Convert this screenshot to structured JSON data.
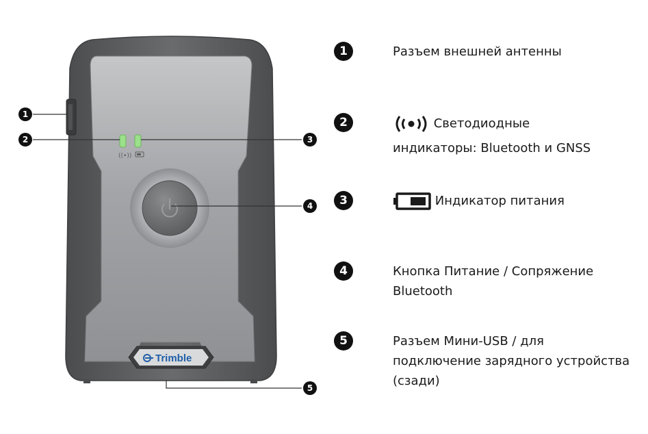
{
  "device": {
    "brand": "Trimble",
    "led_colors": {
      "bluetooth": "#9be08a",
      "gnss": "#9be08a"
    },
    "body_color": "#5f6062",
    "face_color": "#9fa1a4"
  },
  "callouts": [
    {
      "number": "1",
      "target": "external-antenna-port"
    },
    {
      "number": "2",
      "target": "status-leds"
    },
    {
      "number": "3",
      "target": "power-led"
    },
    {
      "number": "4",
      "target": "power-button"
    },
    {
      "number": "5",
      "target": "mini-usb-port"
    }
  ],
  "legend": [
    {
      "number": "1",
      "lines": [
        "Разъем внешней антенны"
      ]
    },
    {
      "number": "2",
      "icon": "bluetooth-signal-icon",
      "lines": [
        "Светодиодные",
        "индикаторы: Bluetooth и GNSS"
      ]
    },
    {
      "number": "3",
      "icon": "battery-icon",
      "lines": [
        "Индикатор питания"
      ]
    },
    {
      "number": "4",
      "lines": [
        "Кнопка Питание / Сопряжение",
        "Bluetooth"
      ]
    },
    {
      "number": "5",
      "lines": [
        "Разъем Мини-USB / для",
        "подключение зарядного устройства",
        "(сзади)"
      ]
    }
  ]
}
